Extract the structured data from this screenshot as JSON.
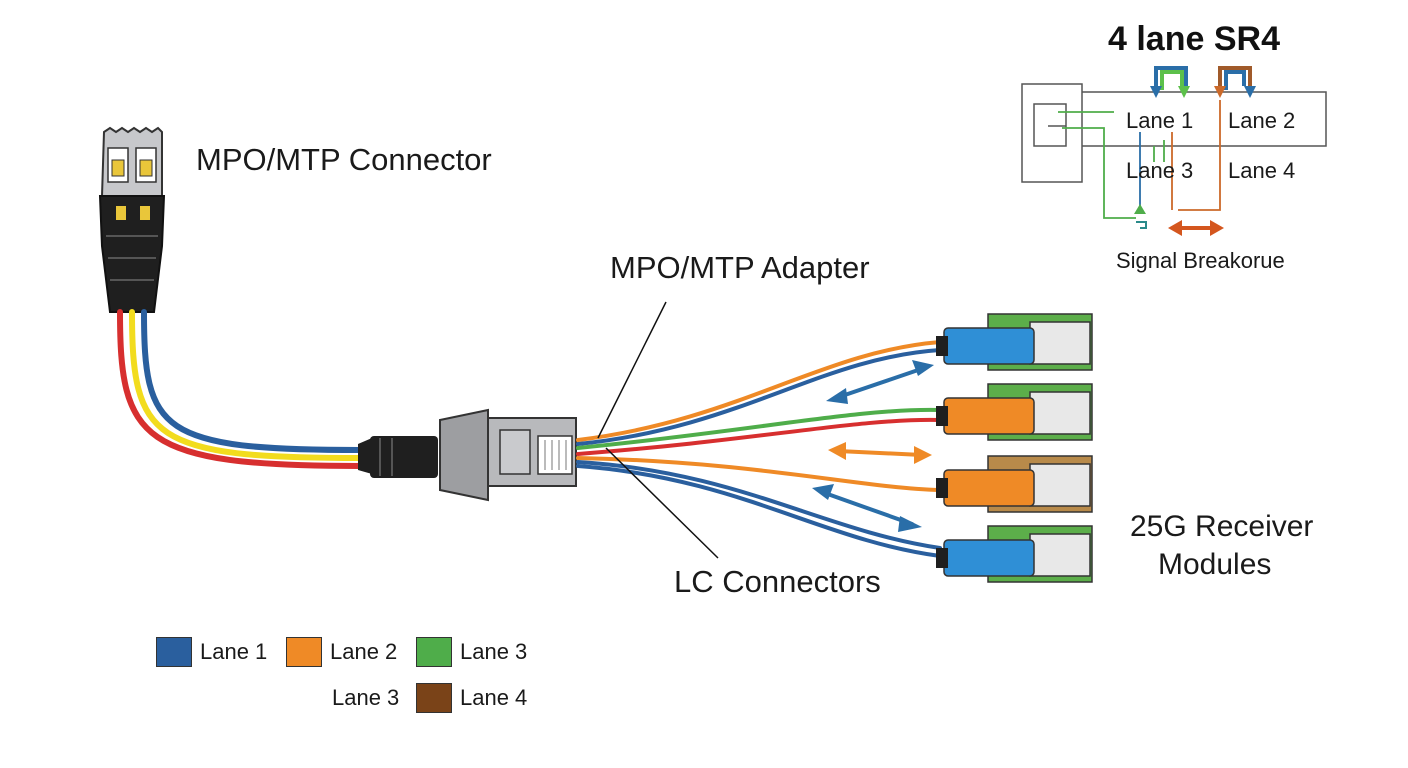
{
  "colors": {
    "lane1": "#2a5f9e",
    "lane2": "#ef8a26",
    "lane3": "#4fad4a",
    "lane4": "#7a4318",
    "red_fiber": "#d72f2f",
    "yellow_fiber": "#f2dc1e",
    "connector_body": "#a9aaad",
    "boot": "#1f1f1f",
    "module_green": "#5cae4a"
  },
  "labels": {
    "connector": "MPO/MTP Connector",
    "adapter": "MPO/MTP Adapter",
    "lc_connectors": "LC Connectors",
    "receiver_line1": "25G Receiver",
    "receiver_line2": "Modules"
  },
  "inset": {
    "title": "4 lane SR4",
    "lane1": "Lane 1",
    "lane2": "Lane 2",
    "lane3": "Lane 3",
    "lane4": "Lane 4",
    "caption": "Signal Breakorue"
  },
  "legend": [
    {
      "label": "Lane 1",
      "color": "#2a5f9e"
    },
    {
      "label": "Lane 2",
      "color": "#ef8a26"
    },
    {
      "label": "Lane 3",
      "color": "#4fad4a"
    },
    {
      "label": "Lane 3",
      "color": null
    },
    {
      "label": "Lane 4",
      "color": "#7a4318"
    }
  ]
}
